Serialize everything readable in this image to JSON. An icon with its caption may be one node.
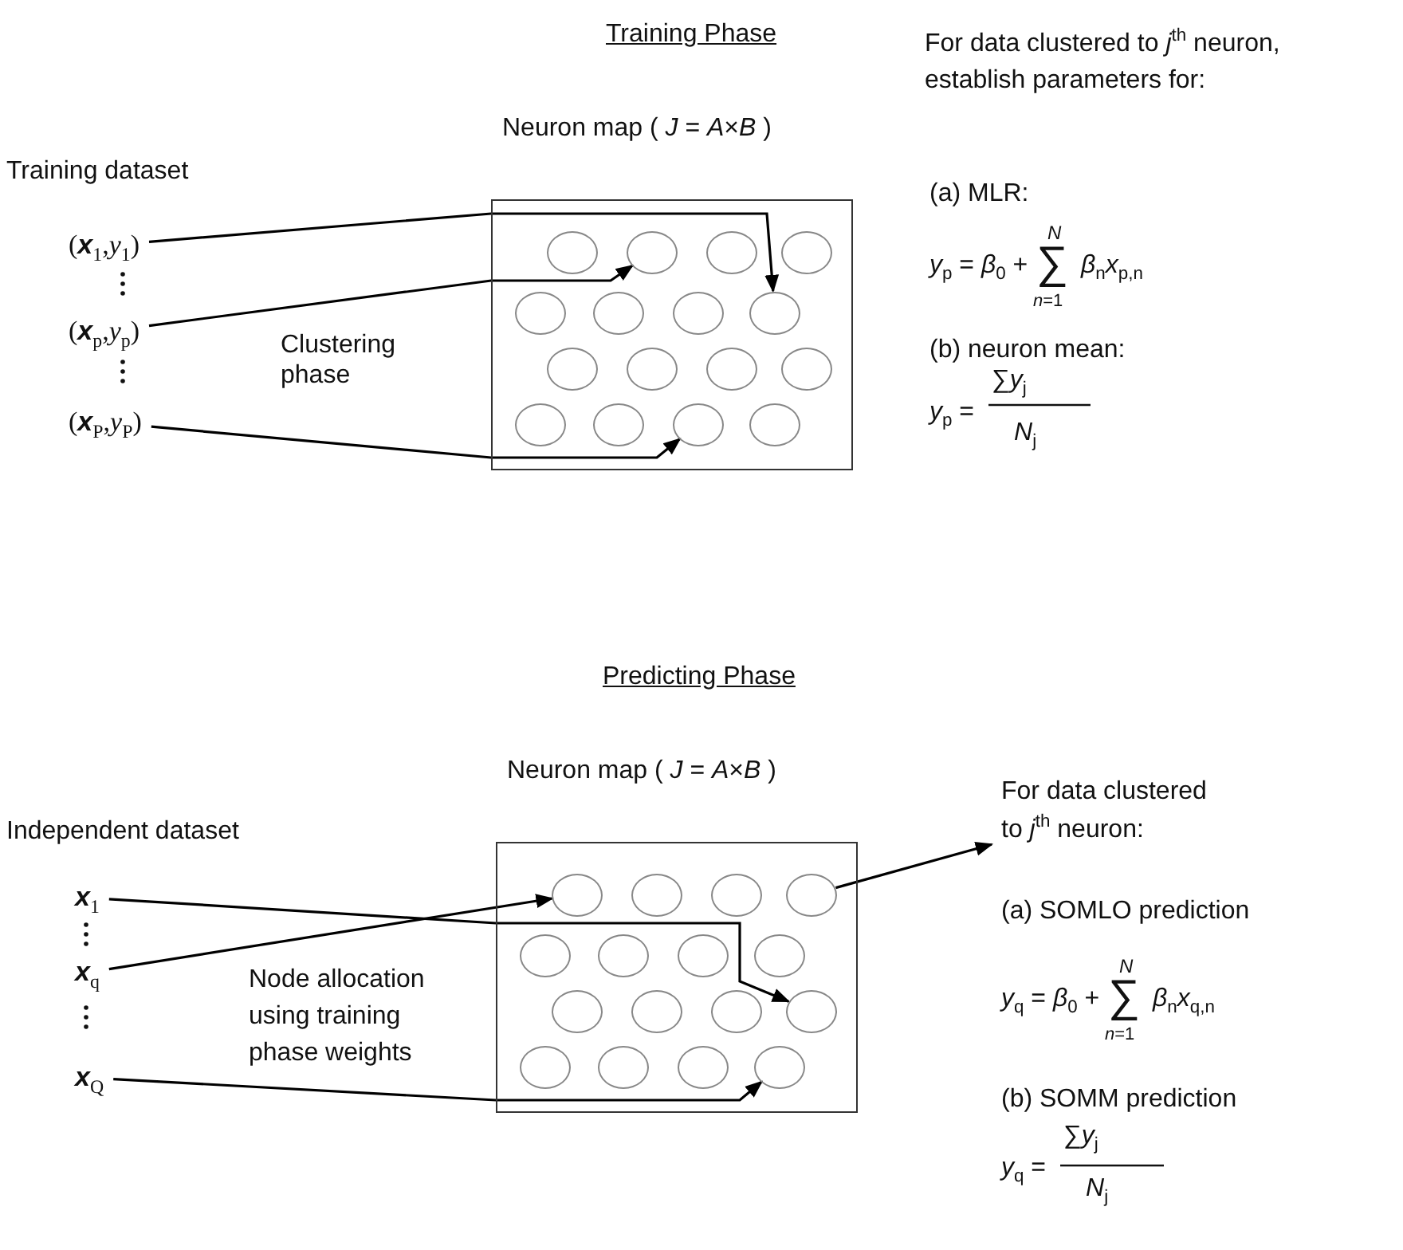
{
  "diagram": {
    "nodes": [
      {
        "text": [
          "(**x**$_{1}$,*y*$_{1}$)"
        ]
      },
      {
        "text": [
          "(**x**$_{p}$,*y*$_{p}$)"
        ]
      },
      {
        "text": [
          "(**x**$_{P}$,*y*$_{P}$)"
        ]
      },
      {
        "text": [
          "Neuron map ( *J* = *A*×*B* )"
        ]
      },
      {
        "text": [],
        "shape": "circle",
        "in": 3
      },
      {
        "text": [],
        "shape": "circle",
        "in": 3
      },
      {
        "text": [],
        "shape": "circle",
        "in": 3
      },
      {
        "text": [],
        "shape": "circle",
        "in": 3
      },
      {
        "text": [],
        "shape": "circle",
        "in": 3
      },
      {
        "text": [],
        "shape": "circle",
        "in": 3
      },
      {
        "text": [],
        "shape": "circle",
        "in": 3
      },
      {
        "text": [],
        "shape": "circle",
        "in": 3
      },
      {
        "text": [],
        "shape": "circle",
        "in": 3
      },
      {
        "text": [],
        "shape": "circle",
        "in": 3
      },
      {
        "text": [],
        "shape": "circle",
        "in": 3
      },
      {
        "text": [],
        "shape": "circle",
        "in": 3
      },
      {
        "text": [],
        "shape": "circle",
        "in": 3
      },
      {
        "text": [],
        "shape": "circle",
        "in": 3
      },
      {
        "text": [],
        "shape": "circle",
        "in": 3
      },
      {
        "text": [],
        "shape": "circle",
        "in": 3
      },
      {
        "text": [
          "**x**$_{1}$"
        ]
      },
      {
        "text": [
          "**x**$_{q}$"
        ]
      },
      {
        "text": [
          "**x**$_{Q}$"
        ]
      },
      {
        "text": [
          "Neuron map ( *J* = *A*×*B* )"
        ]
      },
      {
        "text": [],
        "shape": "circle",
        "in": 23
      },
      {
        "text": [],
        "shape": "circle",
        "in": 23
      },
      {
        "text": [],
        "shape": "circle",
        "in": 23
      },
      {
        "text": [],
        "shape": "circle",
        "in": 23
      },
      {
        "text": [],
        "shape": "circle",
        "in": 23
      },
      {
        "text": [],
        "shape": "circle",
        "in": 23
      },
      {
        "text": [],
        "shape": "circle",
        "in": 23
      },
      {
        "text": [],
        "shape": "circle",
        "in": 23
      },
      {
        "text": [],
        "shape": "circle",
        "in": 23
      },
      {
        "text": [],
        "shape": "circle",
        "in": 23
      },
      {
        "text": [],
        "shape": "circle",
        "in": 23
      },
      {
        "text": [],
        "shape": "circle",
        "in": 23
      },
      {
        "text": [],
        "shape": "circle",
        "in": 23
      },
      {
        "text": [],
        "shape": "circle",
        "in": 23
      },
      {
        "text": [],
        "shape": "circle",
        "in": 23
      },
      {
        "text": [],
        "shape": "circle",
        "in": 23
      },
      {
        "text": [
          "For data clustered to *j*$^{th}$ neuron:"
        ]
      }
    ],
    "edges": [
      {
        "from": 0,
        "to": 11,
        "arrow": "to"
      },
      {
        "from": 1,
        "to": 5,
        "arrow": "to"
      },
      {
        "from": 2,
        "to": 18,
        "arrow": "to"
      },
      {
        "from": 20,
        "to": 35,
        "arrow": "to"
      },
      {
        "from": 21,
        "to": 24,
        "arrow": "to"
      },
      {
        "from": 22,
        "to": 39,
        "arrow": "to"
      },
      {
        "from": 27,
        "to": 40,
        "arrow": "to"
      }
    ],
    "labels": [
      "Training Phase",
      "Training dataset",
      "Clustering phase",
      "For data clustered to *j*$^{th}$ neuron, establish parameters for:",
      "(a) MLR:",
      "*y*$_{p}$ = *β*$_{0}$ +",
      "*N*",
      "∑",
      "*n*=1",
      "*β*$_{n}$*x*$_{p,n}$",
      "(b) neuron mean:",
      "*y*$_{p}$ =",
      "∑*y*$_{j}$",
      "*N*$_{j}$",
      "Predicting Phase",
      "Independent dataset",
      "Node allocation using training phase weights",
      "(a) SOMLO prediction",
      "*y*$_{q}$ = *β*$_{0}$ +",
      "*N*",
      "∑",
      "*n*=1",
      "*β*$_{n}$*x*$_{q,n}$",
      "(b) SOMM prediction",
      "*y*$_{q}$ =",
      "∑*y*$_{j}$",
      "*N*$_{j}$"
    ]
  }
}
